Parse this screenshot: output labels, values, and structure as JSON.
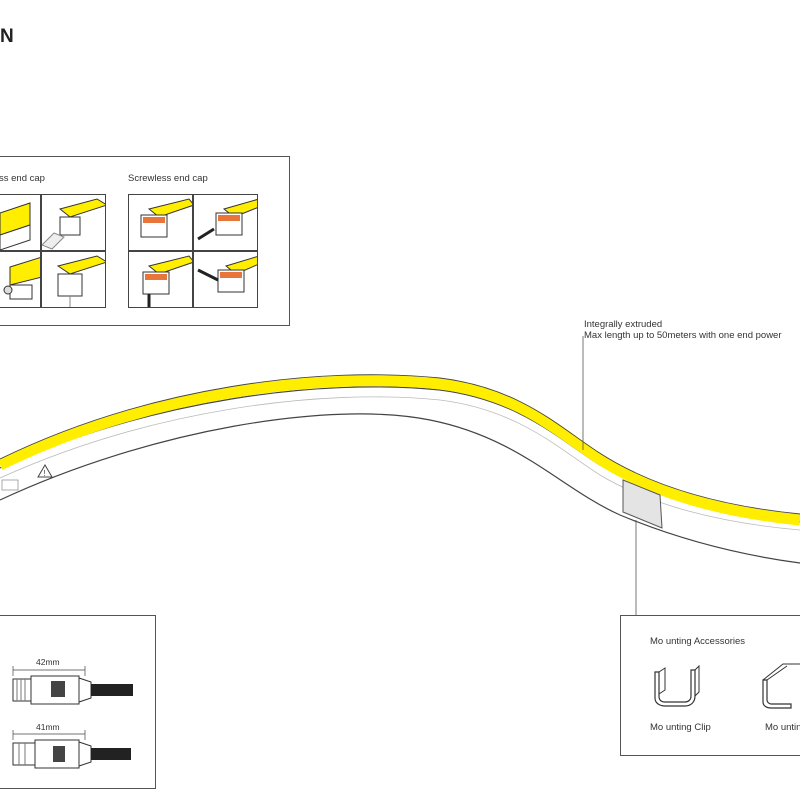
{
  "title": "N",
  "endcaps": {
    "left_label": "ss  end cap",
    "right_label": "Screwless end cap"
  },
  "annotation": {
    "line1": "Integrally extruded",
    "line2": "Max length up to 50meters with one end power"
  },
  "connectors": {
    "top_dim": "42mm",
    "bottom_dim": "41mm"
  },
  "accessories": {
    "heading": "Mo unting Accessories",
    "clip_label": "Mo unting Clip",
    "channel_label": "Mo unting"
  },
  "colors": {
    "led_yellow": "#ffee00",
    "outline": "#333333"
  }
}
